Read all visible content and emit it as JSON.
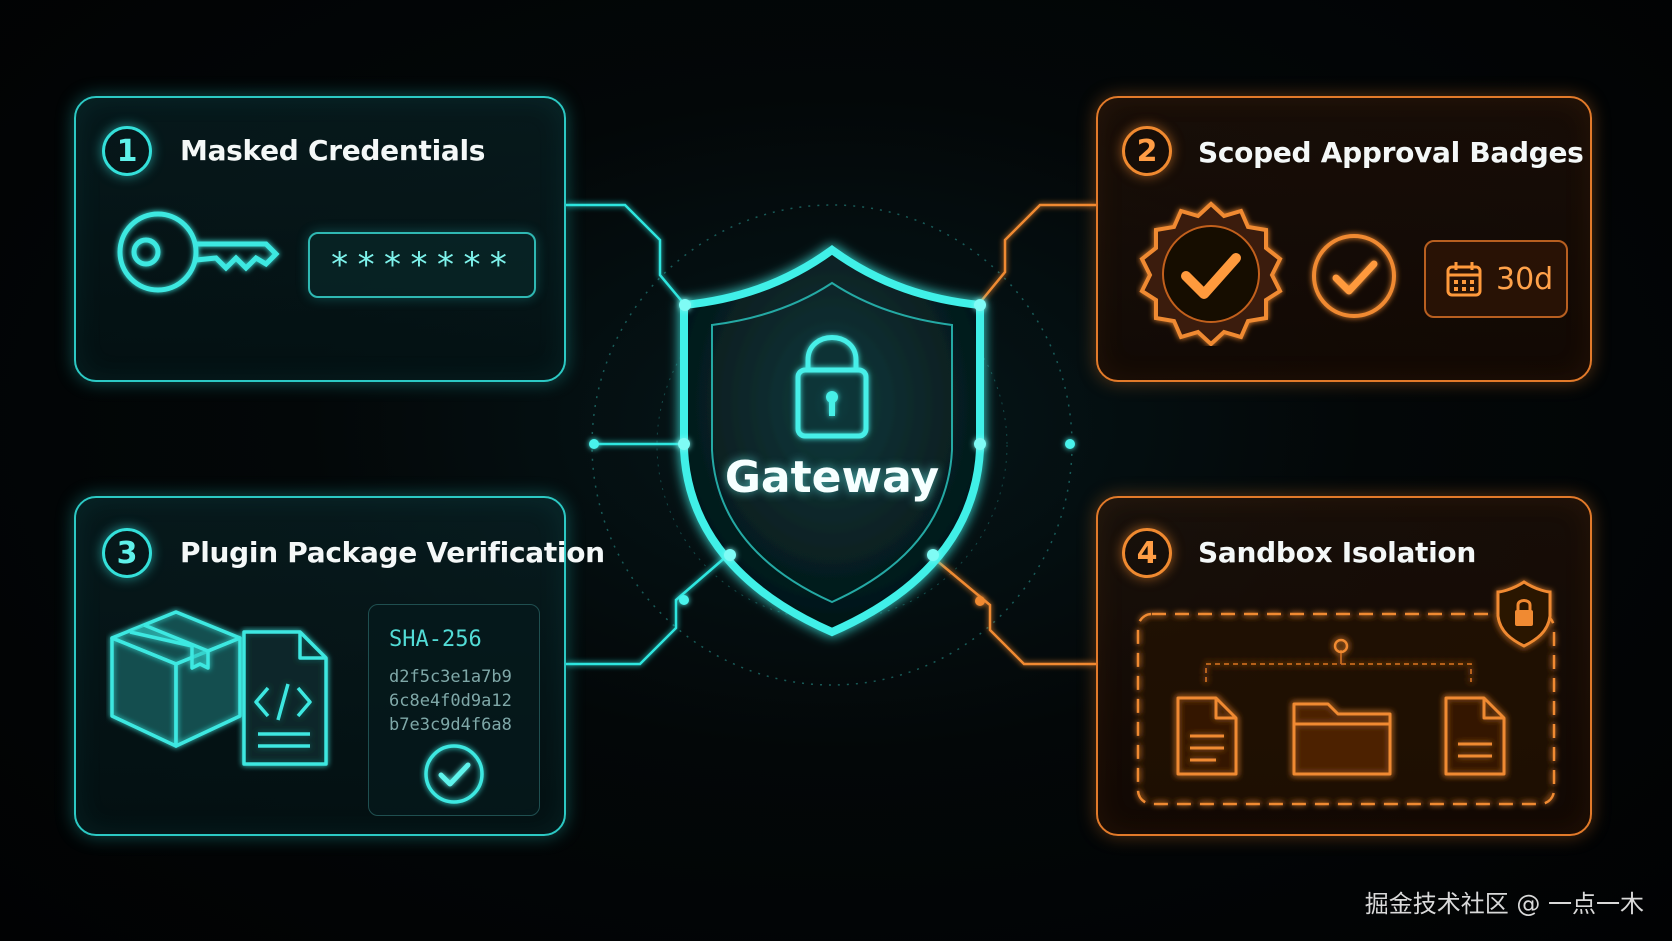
{
  "center": {
    "label": "Gateway",
    "icon": "lock-icon"
  },
  "panels": [
    {
      "number": "1",
      "title": "Masked Credentials",
      "masked_value": "*******",
      "icon": "key-icon"
    },
    {
      "number": "2",
      "title": "Scoped Approval Badges",
      "duration": "30d",
      "icons": [
        "seal-check-icon",
        "check-circle-icon",
        "calendar-icon"
      ]
    },
    {
      "number": "3",
      "title": "Plugin Package Verification",
      "hash_label": "SHA-256",
      "hash_lines": [
        "d2f5c3e1a7b9",
        "6c8e4f0d9a12",
        "b7e3c9d4f6a8"
      ],
      "icons": [
        "package-box-icon",
        "code-file-icon",
        "check-circle-icon"
      ]
    },
    {
      "number": "4",
      "title": "Sandbox Isolation",
      "icons": [
        "shield-lock-icon",
        "document-icon",
        "folder-icon",
        "document-icon"
      ]
    }
  ],
  "colors": {
    "cyan": "#2ee6df",
    "orange": "#f08a30",
    "background": "#020405"
  },
  "watermark": "掘金技术社区 @ 一点一木"
}
